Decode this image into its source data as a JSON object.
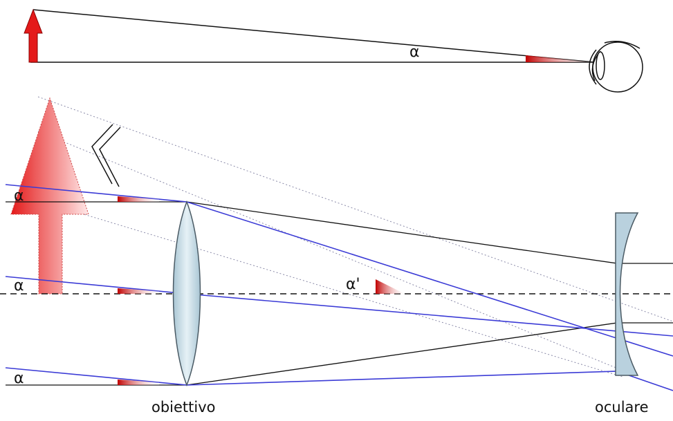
{
  "labels": {
    "alpha": "α",
    "alpha_prime": "α'",
    "objective": "obiettivo",
    "eyepiece": "oculare"
  },
  "colors": {
    "angle_red": "#cc1111",
    "arrow_red": "#e41a1a",
    "ray_blue": "#3b3bd6",
    "lens_fill": "#c5dbe6",
    "outline": "#111111"
  }
}
